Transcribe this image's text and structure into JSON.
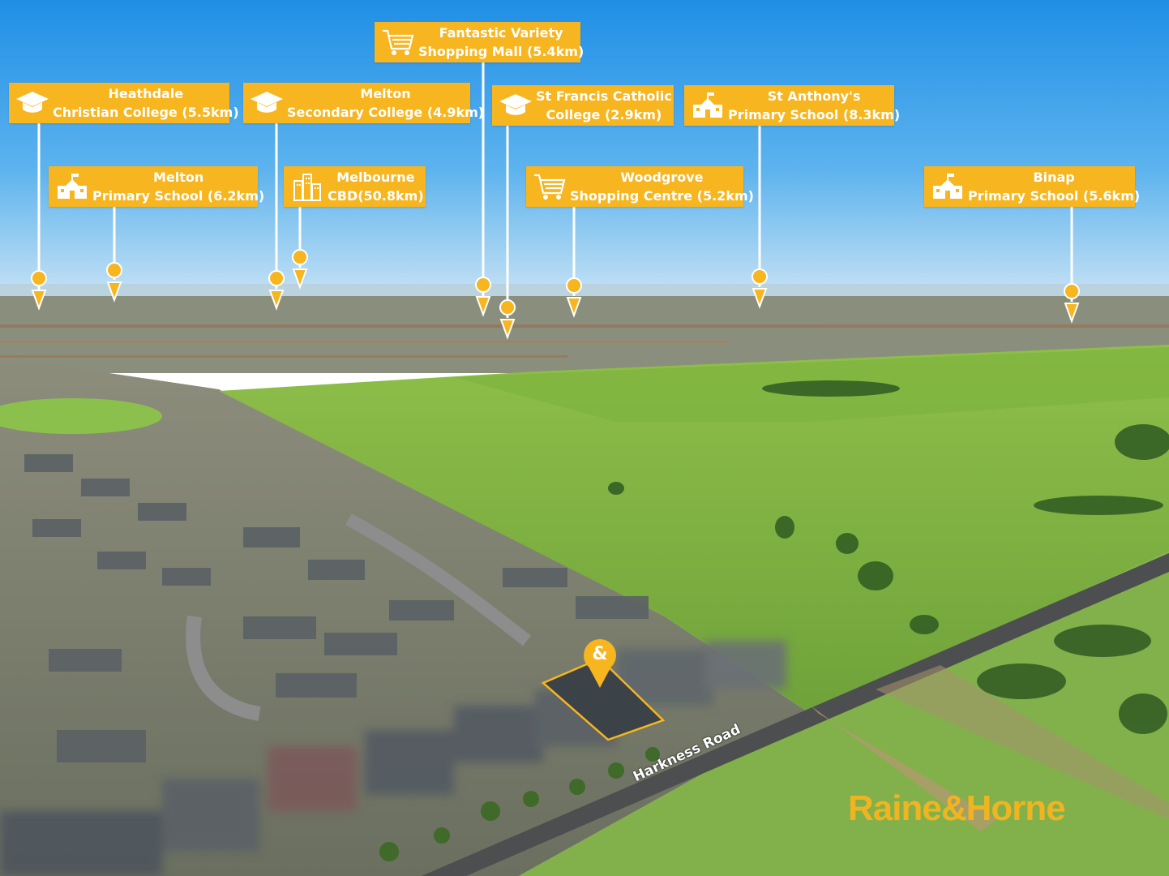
{
  "colors": {
    "accent": "#f7b51f",
    "label_text": "#ffffff"
  },
  "labels": [
    {
      "id": "heathdale",
      "icon": "graduation-cap-icon",
      "line1": "Heathdale",
      "line2": "Christian College (5.5km)"
    },
    {
      "id": "melton-primary",
      "icon": "school-building-icon",
      "line1": "Melton",
      "line2": "Primary School (6.2km)"
    },
    {
      "id": "melton-secondary",
      "icon": "graduation-cap-icon",
      "line1": "Melton",
      "line2": "Secondary College (4.9km)"
    },
    {
      "id": "melbourne-cbd",
      "icon": "city-buildings-icon",
      "line1": "Melbourne",
      "line2": "CBD(50.8km)"
    },
    {
      "id": "fantastic-variety",
      "icon": "shopping-cart-icon",
      "line1": "Fantastic Variety",
      "line2": "Shopping Mall (5.4km)"
    },
    {
      "id": "st-francis",
      "icon": "graduation-cap-icon",
      "line1": "St Francis Catholic",
      "line2": "College  (2.9km)"
    },
    {
      "id": "woodgrove",
      "icon": "shopping-cart-icon",
      "line1": "Woodgrove",
      "line2": "Shopping Centre (5.2km)"
    },
    {
      "id": "st-anthony",
      "icon": "school-building-icon",
      "line1": "St Anthony's",
      "line2": "Primary School (8.3km)"
    },
    {
      "id": "binap",
      "icon": "school-building-icon",
      "line1": "Binap",
      "line2": "Primary School (5.6km)"
    }
  ],
  "property_marker": {
    "icon": "ampersand-pin-icon",
    "symbol": "&"
  },
  "road": {
    "name": "Harkness Road"
  },
  "brand": {
    "name": "Raine&Horne"
  }
}
